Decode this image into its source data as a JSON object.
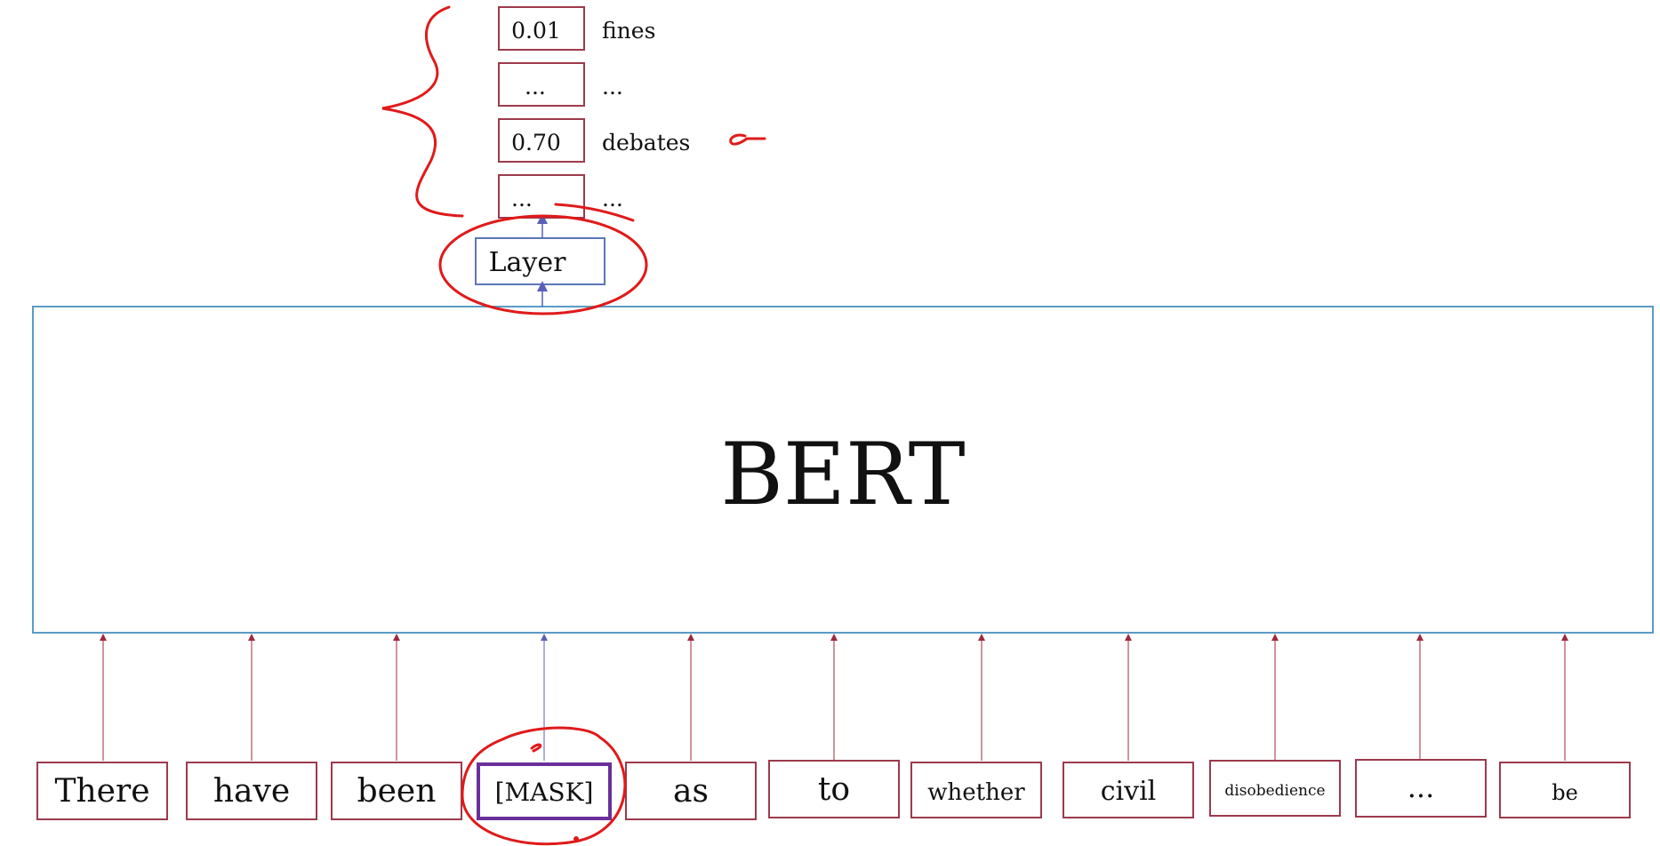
{
  "model": {
    "label": "BERT"
  },
  "head": {
    "label": "Layer"
  },
  "outputs": [
    {
      "prob": "0.01",
      "word": "fines"
    },
    {
      "prob": "...",
      "word": "..."
    },
    {
      "prob": "0.70",
      "word": "debates"
    },
    {
      "prob": "...",
      "word": "..."
    }
  ],
  "tokens": [
    "There",
    "have",
    "been",
    "[MASK]",
    "as",
    "to",
    "whether",
    "civil",
    "disobedience",
    "...",
    "be"
  ],
  "colors": {
    "token_border": "#9c3a4c",
    "mask_border": "#6a2f9a",
    "bert_border": "#5b9bc4",
    "layer_border": "#5a78b8",
    "arrow_red": "#9c2a3c",
    "arrow_blue": "#5a5fb8",
    "annotation": "#e01a1a"
  }
}
